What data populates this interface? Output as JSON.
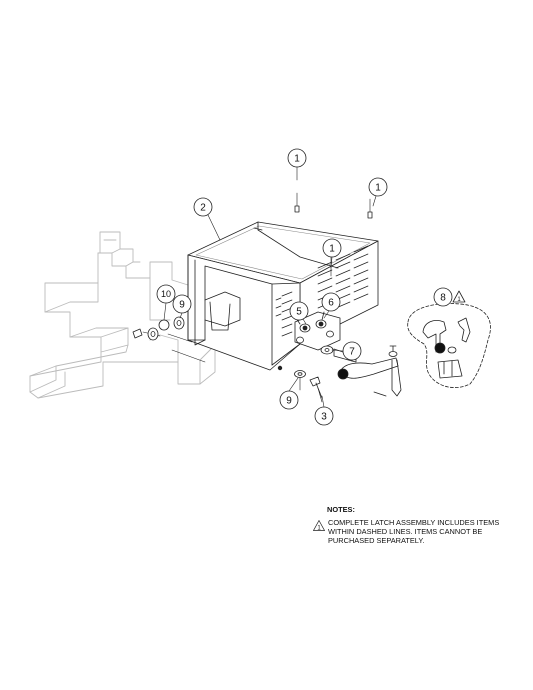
{
  "callouts": [
    "1",
    "1",
    "1",
    "2",
    "3",
    "5",
    "6",
    "7",
    "8",
    "9",
    "9",
    "10"
  ],
  "note_flag": "1",
  "notes": {
    "title": "NOTES:",
    "flag": "1",
    "items": [
      "COMPLETE LATCH ASSEMBLY INCLUDES ITEMS WITHIN DASHED LINES. ITEMS CANNOT BE PURCHASED SEPARATELY."
    ]
  }
}
